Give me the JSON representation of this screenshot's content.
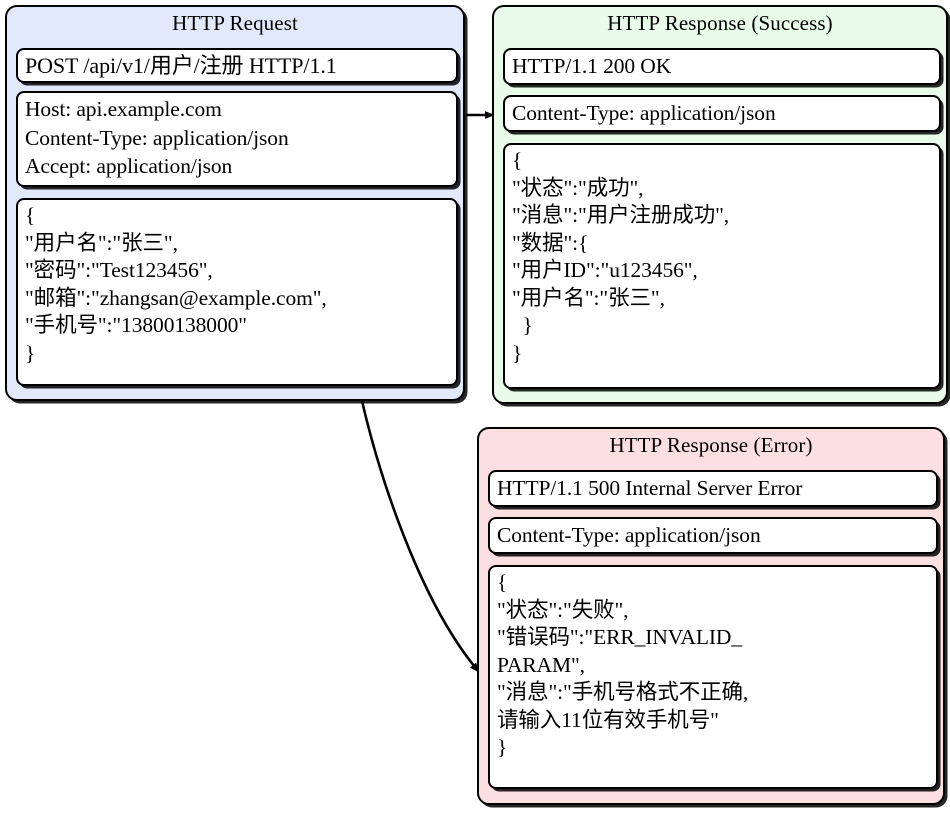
{
  "diagram": {
    "type": "http-request-response-flow",
    "colors": {
      "request_bg": "#e1e9fb",
      "success_bg": "#e9fbe9",
      "error_bg": "#fbdfe1",
      "border": "#000000",
      "inner_bg": "#ffffff"
    }
  },
  "request": {
    "title": "HTTP Request",
    "request_line": "POST /api/v1/用户/注册 HTTP/1.1",
    "headers": [
      "Host: api.example.com",
      "Content-Type: application/json",
      "Accept: application/json"
    ],
    "body": [
      "{",
      "\"用户名\":\"张三\",",
      "\"密码\":\"Test123456\",",
      "\"邮箱\":\"zhangsan@example.com\",",
      "\"手机号\":\"13800138000\"",
      "}"
    ]
  },
  "success": {
    "title": "HTTP Response (Success)",
    "status_line": "HTTP/1.1 200 OK",
    "content_type": "Content-Type: application/json",
    "body": [
      "{",
      "\"状态\":\"成功\",",
      "\"消息\":\"用户注册成功\",",
      "\"数据\":{",
      "\"用户ID\":\"u123456\",",
      "\"用户名\":\"张三\",",
      "  }",
      "}"
    ]
  },
  "error": {
    "title": "HTTP Response (Error)",
    "status_line": "HTTP/1.1 500 Internal Server Error",
    "content_type": "Content-Type: application/json",
    "body": [
      "{",
      "\"状态\":\"失败\",",
      "\"错误码\":\"ERR_INVALID_",
      "PARAM\",",
      "\"消息\":\"手机号格式不正确,",
      "请输入11位有效手机号\"",
      "}"
    ]
  },
  "arrows": [
    {
      "name": "request-to-success",
      "from": "request",
      "to": "success",
      "style": "straight"
    },
    {
      "name": "request-to-error",
      "from": "request",
      "to": "error",
      "style": "curved"
    }
  ]
}
